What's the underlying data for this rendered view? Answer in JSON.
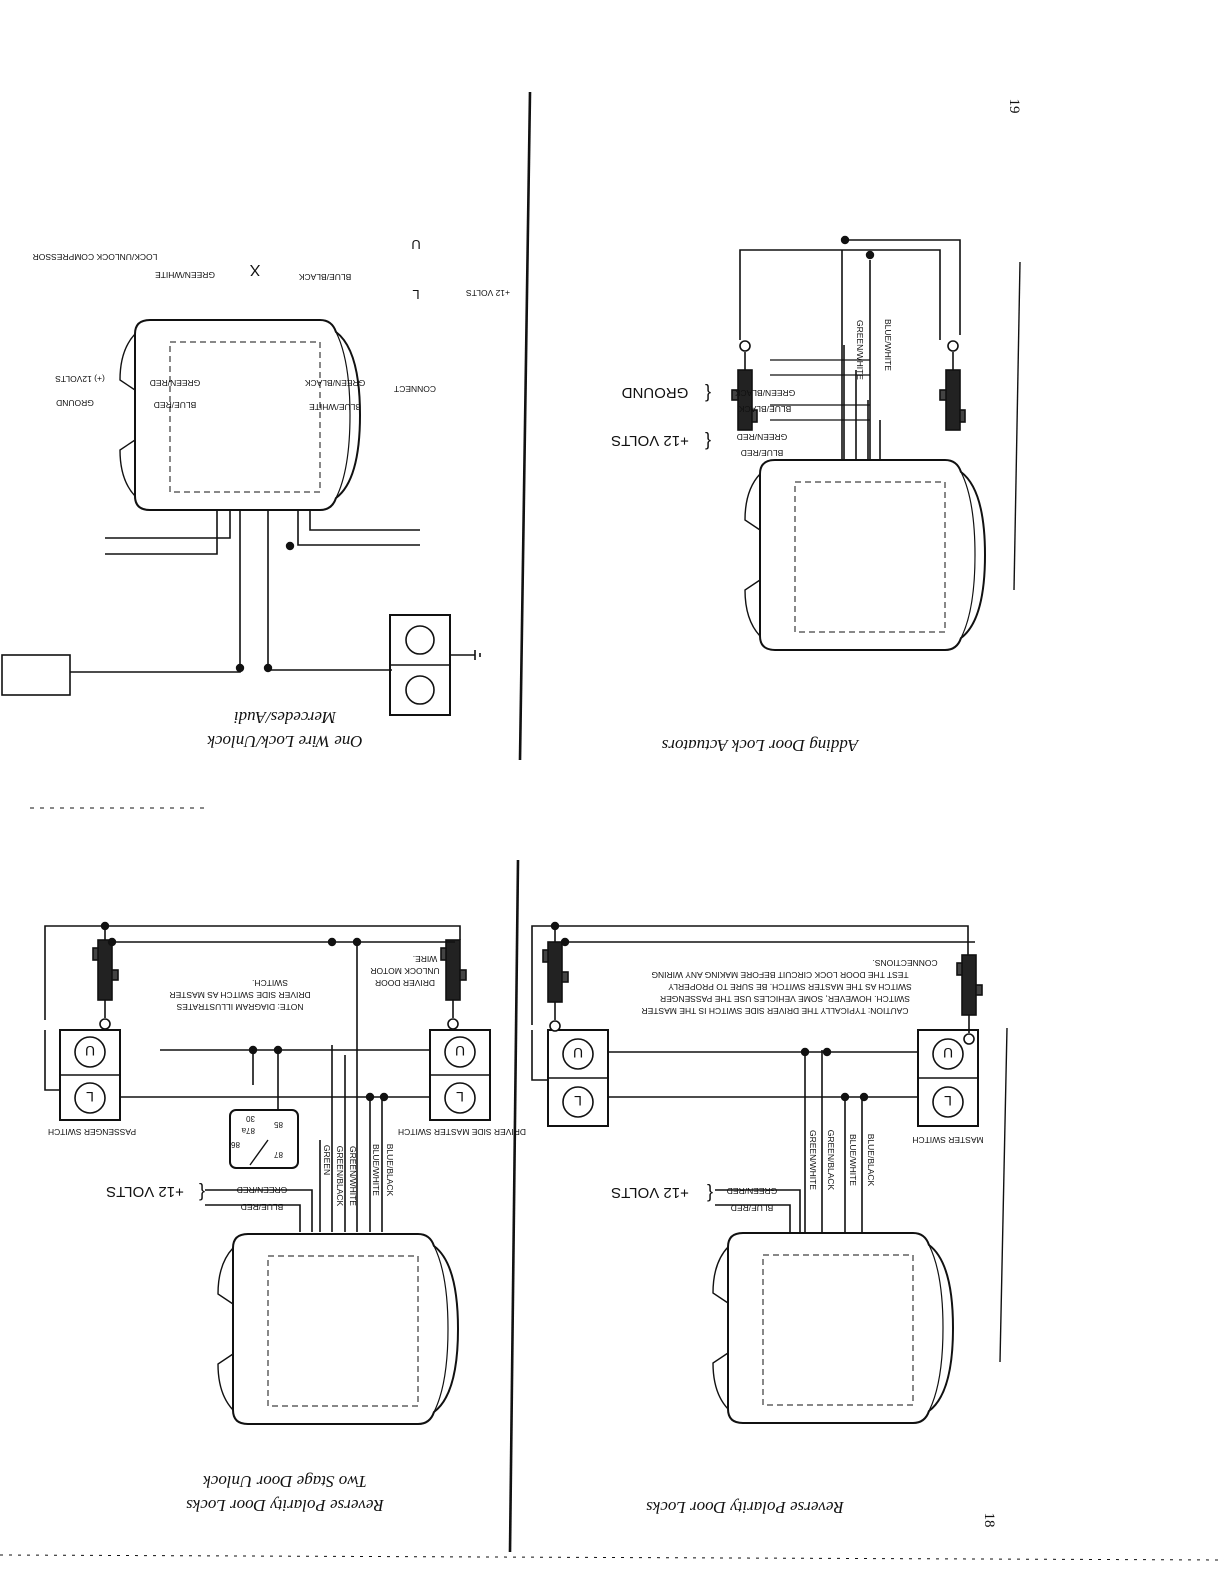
{
  "pages": {
    "top_number": "19",
    "bottom_number": "18"
  },
  "panels": {
    "one_wire": {
      "title": "One Wire Lock/Unlock",
      "subtitle": "Mercedes/Audi",
      "labels": {
        "compressor": "LOCK/UNLOCK COMPRESSOR",
        "green_white": "GREEN/WHITE",
        "blue_black": "BLUE/BLACK",
        "x_mark": "X",
        "plus12": "+12 VOLTS",
        "plus12_paren": "(+) 12VOLTS",
        "ground": "GROUND",
        "green_red": "GREEN/RED",
        "blue_red": "BLUE/RED",
        "green_black": "GREEN/BLACK",
        "blue_white": "BLUE/WHITE",
        "connect": "CONNECT"
      },
      "switch_letters": [
        "U",
        "L"
      ]
    },
    "adding": {
      "title": "Adding Door Lock Actuators",
      "labels": {
        "ground": "GROUND",
        "plus12": "+12 VOLTS",
        "green_black": "GREEN/BLACK",
        "blue_black": "BLUE/BLACK",
        "green_red": "GREEN/RED",
        "blue_red": "BLUE/RED",
        "green_white": "GREEN/WHITE",
        "blue_white": "BLUE/WHITE"
      }
    },
    "two_stage": {
      "title": "Reverse Polarity Door Locks",
      "subtitle": "Two Stage Door Unlock",
      "labels": {
        "passenger_switch": "PASSENGER SWITCH",
        "driver_switch": "DRIVER SIDE MASTER SWITCH",
        "plus12": "+12 VOLTS",
        "green_red": "GREEN/RED",
        "blue_red": "BLUE/RED",
        "green": "GREEN",
        "green_black": "GREEN/BLACK",
        "green_white": "GREEN/WHITE",
        "blue_white": "BLUE/WHITE",
        "blue_black": "BLUE/BLACK",
        "note_1": "NOTE: DIAGRAM ILLUSTRATES",
        "note_2": "DRIVER SIDE SWITCH AS MASTER",
        "note_3": "SWITCH.",
        "motor_1": "DRIVER DOOR",
        "motor_2": "UNLOCK MOTOR",
        "motor_3": "WIRE.",
        "relay": [
          "30",
          "87a",
          "85",
          "86",
          "87"
        ]
      },
      "switch_letters": [
        "U",
        "L"
      ]
    },
    "reverse": {
      "title": "Reverse Polarity Door Locks",
      "labels": {
        "master_switch": "MASTER SWITCH",
        "plus12": "+12 VOLTS",
        "green_red": "GREEN/RED",
        "blue_red": "BLUE/RED",
        "green_white": "GREEN/WHITE",
        "green_black": "GREEN/BLACK",
        "blue_white": "BLUE/WHITE",
        "blue_black": "BLUE/BLACK",
        "caution": [
          "CAUTION: TYPICALLY THE DRIVER SIDE SWITCH IS THE MASTER",
          "SWITCH. HOWEVER, SOME VEHICLES USE THE PASSENGER",
          "SWITCH AS THE MASTER SWITCH. BE SURE TO PROPERLY",
          "TEST THE DOOR LOCK CIRCUIT BEFORE MAKING ANY WIRING",
          "CONNECTIONS."
        ]
      },
      "switch_letters": [
        "U",
        "L"
      ]
    }
  }
}
